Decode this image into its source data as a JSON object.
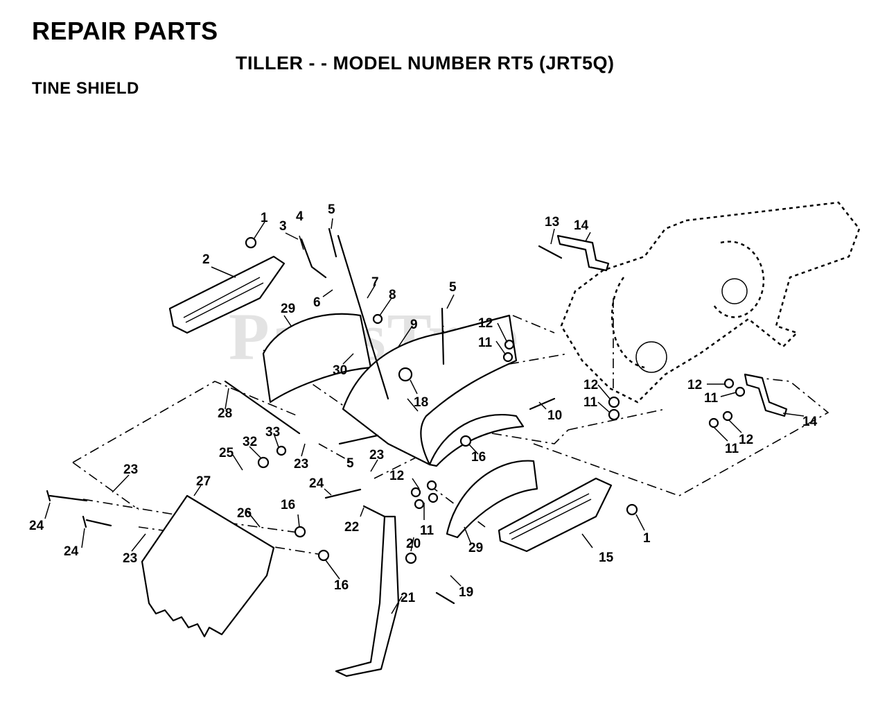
{
  "header": {
    "title": "REPAIR PARTS",
    "model": "TILLER - - MODEL NUMBER RT5 (JRT5Q)",
    "section": "TINE SHIELD"
  },
  "watermark": "PartsTree",
  "callouts": [
    "1",
    "2",
    "3",
    "4",
    "5",
    "5",
    "5",
    "6",
    "7",
    "8",
    "9",
    "10",
    "11",
    "11",
    "11",
    "11",
    "11",
    "12",
    "12",
    "12",
    "12",
    "12",
    "13",
    "14",
    "14",
    "15",
    "16",
    "16",
    "16",
    "18",
    "19",
    "20",
    "21",
    "22",
    "23",
    "23",
    "23",
    "23",
    "24",
    "24",
    "24",
    "25",
    "26",
    "27",
    "28",
    "29",
    "29",
    "30",
    "32",
    "33",
    "1"
  ]
}
